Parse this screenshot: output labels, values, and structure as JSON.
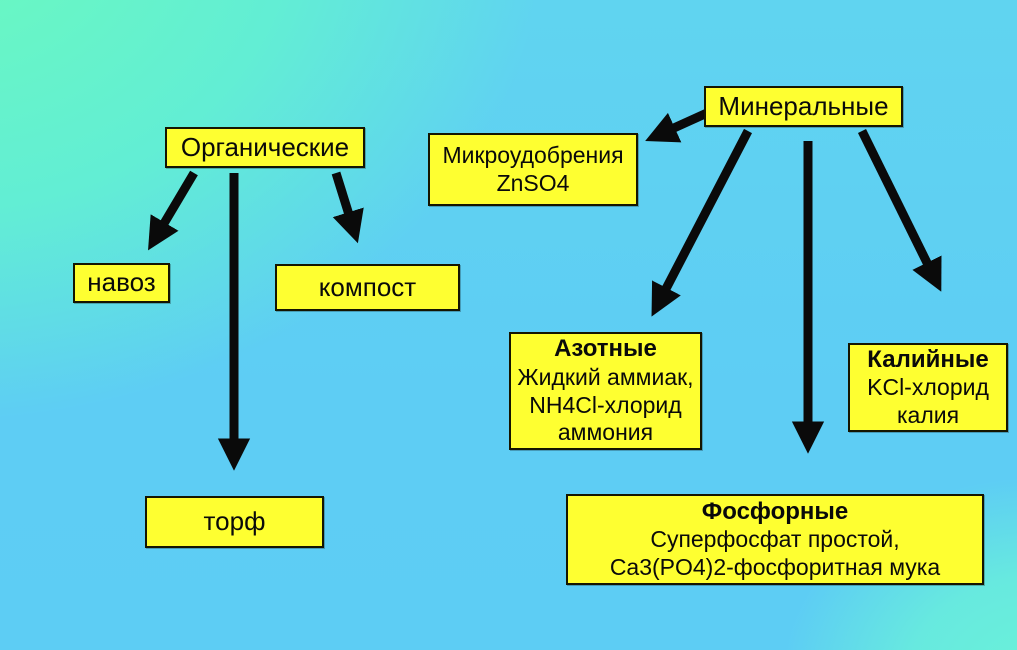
{
  "diagram": {
    "nodes": {
      "organic": {
        "label": "Органические"
      },
      "mineral": {
        "label": "Минеральные"
      },
      "micro": {
        "line1": "Микроудобрения",
        "line2": "ZnSO4"
      },
      "manure": {
        "label": "навоз"
      },
      "compost": {
        "label": "компост"
      },
      "peat": {
        "label": "торф"
      },
      "nitrogen": {
        "title": "Азотные",
        "line1": "Жидкий аммиак,",
        "line2": "NH4Cl-хлорид",
        "line3": "аммония"
      },
      "potassium": {
        "title": "Калийные",
        "line1": "KCl-хлорид",
        "line2": "калия"
      },
      "phosphorus": {
        "title": "Фосфорные",
        "line1": "Суперфосфат простой,",
        "line2": "Ca3(PO4)2-фосфоритная мука"
      }
    },
    "edges": [
      {
        "from": "Органические",
        "to": "навоз"
      },
      {
        "from": "Органические",
        "to": "компост"
      },
      {
        "from": "Органические",
        "to": "торф"
      },
      {
        "from": "Минеральные",
        "to": "Микроудобрения ZnSO4"
      },
      {
        "from": "Минеральные",
        "to": "Азотные"
      },
      {
        "from": "Минеральные",
        "to": "Фосфорные"
      },
      {
        "from": "Минеральные",
        "to": "Калийные"
      }
    ],
    "colors": {
      "box_fill": "#feff31",
      "box_border": "#151500",
      "arrow": "#0a0a0a",
      "bg_top_left_green": "#6cfabd",
      "bg_base_blue": "#5ecdf4",
      "bg_bottom_right_teal": "#6af2d8"
    }
  }
}
